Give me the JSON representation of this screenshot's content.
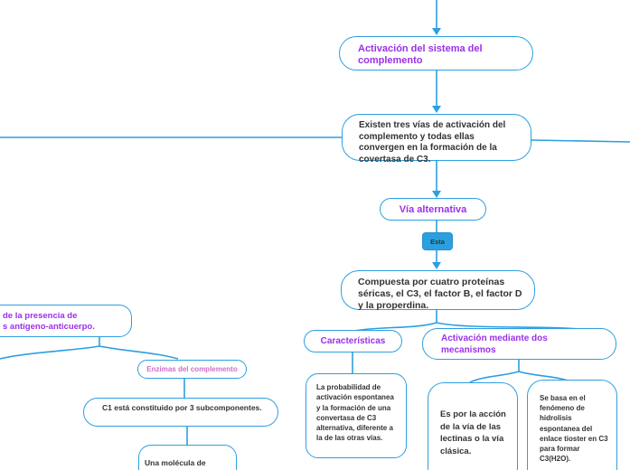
{
  "diagram": {
    "type": "mind-map",
    "topic": "complement system activation",
    "colors": {
      "connector_blue": "#2d9fe0",
      "node_border_blue": "#2d9fe0",
      "heading_purple": "#9b30e8",
      "label_pink": "#cc6fc9",
      "body_dark": "#333333",
      "esta_fill_blue": "#2d9fe0",
      "background": "#ffffff"
    },
    "nodes": {
      "title": {
        "label": "Activación del sistema del complemento"
      },
      "intro": {
        "label": "Existen tres vías de activación del complemento y todas ellas convergen en la formación de la covertasa de C3."
      },
      "via_alternativa": {
        "label": "Vía alternativa"
      },
      "esta_tag": {
        "label": "Esta"
      },
      "compuesta": {
        "label": "Compuesta por cuatro proteínas séricas, el C3, el factor B, el factor D y la properdina."
      },
      "caracteristicas": {
        "label": "Características"
      },
      "activacion_mecanismos": {
        "label": "Activación mediante dos mecanismos"
      },
      "probabilidad": {
        "label": "La probabilidad de activación espontanea y la formación de una convertasa de C3 alternativa, diferente a la de las otras vías."
      },
      "lectinas": {
        "label": "Es por la acción de la vía de las lectinas o la vía clásica."
      },
      "hidrolisis": {
        "label": "Se basa en el fenómeno de hidrolisis espontanea del enlace tioster en C3 para formar C3(H2O)."
      },
      "presencia_partial": {
        "line1": "de la presencia de",
        "line2": "s antígeno-anticuerpo."
      },
      "enzimas": {
        "label": "Enzimas del complemento"
      },
      "c1": {
        "label": "C1 está constituido por 3 subcomponentes."
      },
      "molecula_partial": {
        "label": "Una molécula de"
      }
    }
  }
}
